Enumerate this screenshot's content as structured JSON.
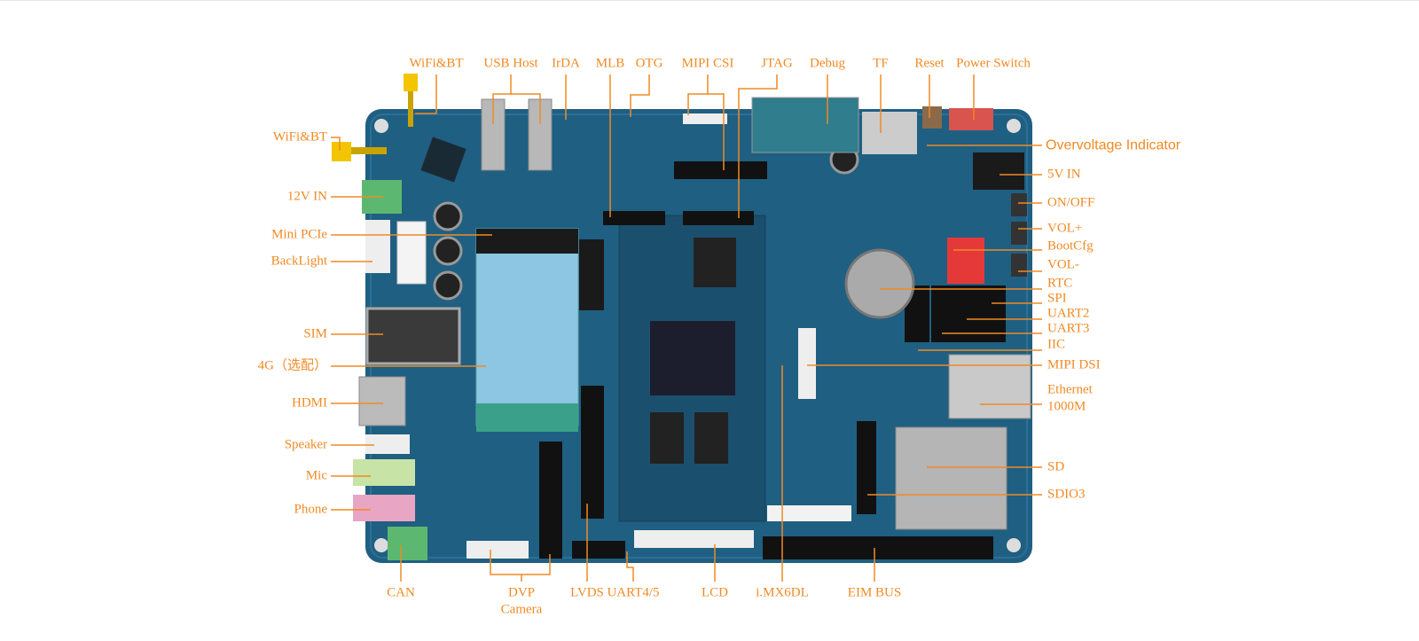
{
  "labels": {
    "top": {
      "wifi_bt": "WiFi&BT",
      "usb_host": "USB Host",
      "irda": "IrDA",
      "mlb": "MLB",
      "otg": "OTG",
      "mipi_csi": "MIPI CSI",
      "jtag": "JTAG",
      "debug": "Debug",
      "tf": "TF",
      "reset": "Reset",
      "power_switch": "Power Switch"
    },
    "left": {
      "wifi_bt": "WiFi&BT",
      "v12_in": "12V IN",
      "mini_pcie": "Mini PCIe",
      "backlight": "BackLight",
      "sim": "SIM",
      "g4": "4G（选配）",
      "hdmi": "HDMI",
      "speaker": "Speaker",
      "mic": "Mic",
      "phone": "Phone"
    },
    "right": {
      "overvoltage": "Overvoltage Indicator",
      "v5_in": "5V IN",
      "on_off": "ON/OFF",
      "vol_plus": "VOL+",
      "bootcfg": "BootCfg",
      "vol_minus": "VOL-",
      "rtc": "RTC",
      "spi": "SPI",
      "uart2": "UART2",
      "uart3": "UART3",
      "iic": "IIC",
      "mipi_dsi": "MIPI DSI",
      "ethernet": "Ethernet",
      "ethernet_speed": "1000M",
      "sd": "SD",
      "sdio3": "SDIO3"
    },
    "bottom": {
      "can": "CAN",
      "dvp": "DVP",
      "camera": "Camera",
      "lvds": "LVDS",
      "uart45": "UART4/5",
      "lcd": "LCD",
      "imx6dl": "i.MX6DL",
      "eim_bus": "EIM BUS"
    }
  },
  "colors": {
    "label": "#f08a24",
    "board": "#1f5f82"
  }
}
